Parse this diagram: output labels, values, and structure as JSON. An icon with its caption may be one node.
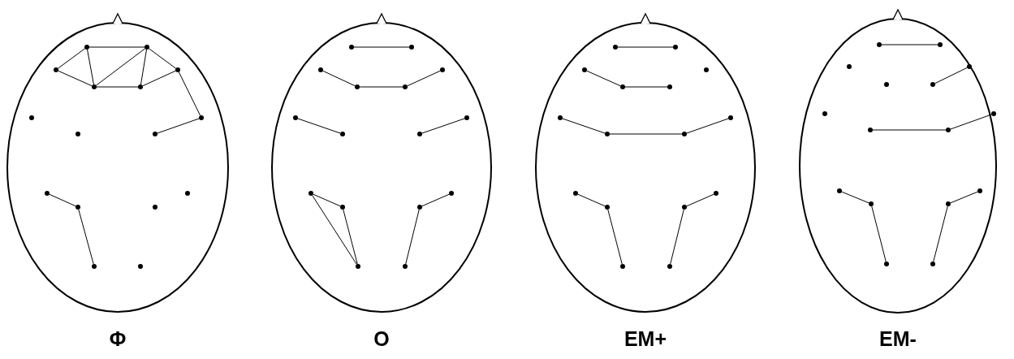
{
  "diagram": {
    "nodes": [
      {
        "text": [
          "Φ"
        ]
      },
      {
        "text": [],
        "shape": "circle",
        "in": 0
      },
      {
        "text": [],
        "shape": "circle",
        "in": 0
      },
      {
        "text": [],
        "shape": "circle",
        "in": 0
      },
      {
        "text": [],
        "shape": "circle",
        "in": 0
      },
      {
        "text": [],
        "shape": "circle",
        "in": 0
      },
      {
        "text": [],
        "shape": "circle",
        "in": 0
      },
      {
        "text": [],
        "shape": "circle",
        "in": 0
      },
      {
        "text": [],
        "shape": "circle",
        "in": 0
      },
      {
        "text": [],
        "shape": "circle",
        "in": 0
      },
      {
        "text": [],
        "shape": "circle",
        "in": 0
      },
      {
        "text": [],
        "shape": "circle",
        "in": 0
      },
      {
        "text": [],
        "shape": "circle",
        "in": 0
      },
      {
        "text": [],
        "shape": "circle",
        "in": 0
      },
      {
        "text": [],
        "shape": "circle",
        "in": 0
      },
      {
        "text": [],
        "shape": "circle",
        "in": 0
      },
      {
        "text": [],
        "shape": "circle",
        "in": 0
      },
      {
        "text": [
          "O"
        ]
      },
      {
        "text": [],
        "shape": "circle",
        "in": 17
      },
      {
        "text": [],
        "shape": "circle",
        "in": 17
      },
      {
        "text": [],
        "shape": "circle",
        "in": 17
      },
      {
        "text": [],
        "shape": "circle",
        "in": 17
      },
      {
        "text": [],
        "shape": "circle",
        "in": 17
      },
      {
        "text": [],
        "shape": "circle",
        "in": 17
      },
      {
        "text": [],
        "shape": "circle",
        "in": 17
      },
      {
        "text": [],
        "shape": "circle",
        "in": 17
      },
      {
        "text": [],
        "shape": "circle",
        "in": 17
      },
      {
        "text": [],
        "shape": "circle",
        "in": 17
      },
      {
        "text": [],
        "shape": "circle",
        "in": 17
      },
      {
        "text": [],
        "shape": "circle",
        "in": 17
      },
      {
        "text": [],
        "shape": "circle",
        "in": 17
      },
      {
        "text": [],
        "shape": "circle",
        "in": 17
      },
      {
        "text": [],
        "shape": "circle",
        "in": 17
      },
      {
        "text": [],
        "shape": "circle",
        "in": 17
      },
      {
        "text": [
          "EM+"
        ]
      },
      {
        "text": [],
        "shape": "circle",
        "in": 34
      },
      {
        "text": [],
        "shape": "circle",
        "in": 34
      },
      {
        "text": [],
        "shape": "circle",
        "in": 34
      },
      {
        "text": [],
        "shape": "circle",
        "in": 34
      },
      {
        "text": [],
        "shape": "circle",
        "in": 34
      },
      {
        "text": [],
        "shape": "circle",
        "in": 34
      },
      {
        "text": [],
        "shape": "circle",
        "in": 34
      },
      {
        "text": [],
        "shape": "circle",
        "in": 34
      },
      {
        "text": [],
        "shape": "circle",
        "in": 34
      },
      {
        "text": [],
        "shape": "circle",
        "in": 34
      },
      {
        "text": [],
        "shape": "circle",
        "in": 34
      },
      {
        "text": [],
        "shape": "circle",
        "in": 34
      },
      {
        "text": [],
        "shape": "circle",
        "in": 34
      },
      {
        "text": [],
        "shape": "circle",
        "in": 34
      },
      {
        "text": [],
        "shape": "circle",
        "in": 34
      },
      {
        "text": [],
        "shape": "circle",
        "in": 34
      },
      {
        "text": [
          "EM-"
        ]
      },
      {
        "text": [],
        "shape": "circle",
        "in": 51
      },
      {
        "text": [],
        "shape": "circle",
        "in": 51
      },
      {
        "text": [],
        "shape": "circle",
        "in": 51
      },
      {
        "text": [],
        "shape": "circle",
        "in": 51
      },
      {
        "text": [],
        "shape": "circle",
        "in": 51
      },
      {
        "text": [],
        "shape": "circle",
        "in": 51
      },
      {
        "text": [],
        "shape": "circle",
        "in": 51
      },
      {
        "text": [],
        "shape": "circle",
        "in": 51
      },
      {
        "text": [],
        "shape": "circle",
        "in": 51
      },
      {
        "text": [],
        "shape": "circle",
        "in": 51
      },
      {
        "text": [],
        "shape": "circle",
        "in": 51
      },
      {
        "text": [],
        "shape": "circle",
        "in": 51
      },
      {
        "text": [],
        "shape": "circle",
        "in": 51
      },
      {
        "text": [],
        "shape": "circle",
        "in": 51
      },
      {
        "text": [],
        "shape": "circle",
        "in": 51
      },
      {
        "text": [],
        "shape": "circle",
        "in": 51
      }
    ],
    "edges": [
      {
        "from": 1,
        "to": 2,
        "arrow": "none"
      },
      {
        "from": 1,
        "to": 3,
        "arrow": "none"
      },
      {
        "from": 1,
        "to": 5,
        "arrow": "none"
      },
      {
        "from": 2,
        "to": 5,
        "arrow": "none"
      },
      {
        "from": 2,
        "to": 6,
        "arrow": "none"
      },
      {
        "from": 2,
        "to": 4,
        "arrow": "none"
      },
      {
        "from": 3,
        "to": 5,
        "arrow": "none"
      },
      {
        "from": 5,
        "to": 6,
        "arrow": "none"
      },
      {
        "from": 6,
        "to": 4,
        "arrow": "none"
      },
      {
        "from": 4,
        "to": 7,
        "arrow": "none"
      },
      {
        "from": 7,
        "to": 10,
        "arrow": "none"
      },
      {
        "from": 11,
        "to": 13,
        "arrow": "none"
      },
      {
        "from": 13,
        "to": 15,
        "arrow": "none"
      },
      {
        "from": 18,
        "to": 19,
        "arrow": "none"
      },
      {
        "from": 20,
        "to": 22,
        "arrow": "none"
      },
      {
        "from": 22,
        "to": 23,
        "arrow": "none"
      },
      {
        "from": 23,
        "to": 21,
        "arrow": "none"
      },
      {
        "from": 24,
        "to": 26,
        "arrow": "none"
      },
      {
        "from": 27,
        "to": 25,
        "arrow": "none"
      },
      {
        "from": 28,
        "to": 30,
        "arrow": "none"
      },
      {
        "from": 28,
        "to": 32,
        "arrow": "none"
      },
      {
        "from": 30,
        "to": 32,
        "arrow": "none"
      },
      {
        "from": 29,
        "to": 31,
        "arrow": "none"
      },
      {
        "from": 31,
        "to": 33,
        "arrow": "none"
      },
      {
        "from": 35,
        "to": 36,
        "arrow": "none"
      },
      {
        "from": 37,
        "to": 39,
        "arrow": "none"
      },
      {
        "from": 39,
        "to": 40,
        "arrow": "none"
      },
      {
        "from": 41,
        "to": 43,
        "arrow": "none"
      },
      {
        "from": 43,
        "to": 44,
        "arrow": "none"
      },
      {
        "from": 44,
        "to": 42,
        "arrow": "none"
      },
      {
        "from": 45,
        "to": 47,
        "arrow": "none"
      },
      {
        "from": 47,
        "to": 49,
        "arrow": "none"
      },
      {
        "from": 46,
        "to": 48,
        "arrow": "none"
      },
      {
        "from": 48,
        "to": 50,
        "arrow": "none"
      },
      {
        "from": 52,
        "to": 53,
        "arrow": "none"
      },
      {
        "from": 57,
        "to": 55,
        "arrow": "none"
      },
      {
        "from": 60,
        "to": 61,
        "arrow": "none"
      },
      {
        "from": 61,
        "to": 59,
        "arrow": "none"
      },
      {
        "from": 62,
        "to": 64,
        "arrow": "none"
      },
      {
        "from": 64,
        "to": 66,
        "arrow": "none"
      },
      {
        "from": 63,
        "to": 65,
        "arrow": "none"
      },
      {
        "from": 65,
        "to": 67,
        "arrow": "none"
      }
    ]
  }
}
